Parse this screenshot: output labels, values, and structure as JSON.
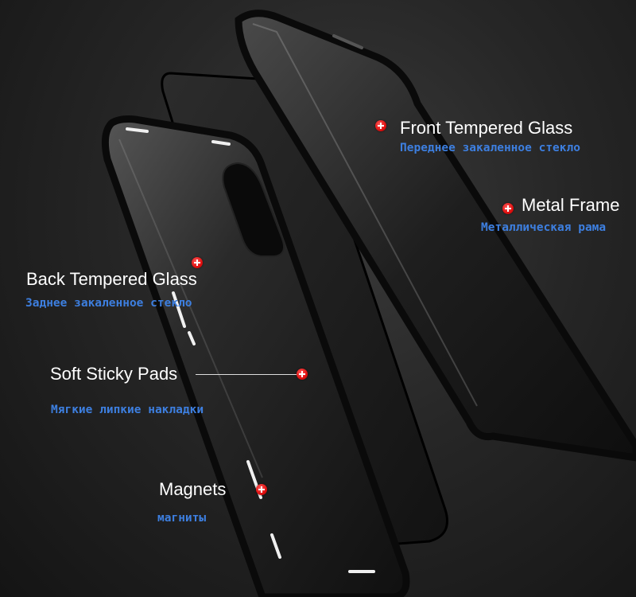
{
  "callouts": {
    "front_glass": {
      "en": "Front Tempered Glass",
      "ru": "Переднее закаленное стекло"
    },
    "metal_frame": {
      "en": "Metal Frame",
      "ru": "Металлическая рама"
    },
    "back_glass": {
      "en": "Back Tempered Glass",
      "ru": "Заднее закаленное стекло"
    },
    "sticky_pads": {
      "en": "Soft Sticky Pads",
      "ru": "Мягкие липкие накладки"
    },
    "magnets": {
      "en": "Magnets",
      "ru": "магниты"
    }
  },
  "colors": {
    "background": "#1c1c1c",
    "english_text": "#ffffff",
    "russian_text": "#3d7fe0",
    "marker": "#e01010",
    "frame": "#0a0a0a"
  }
}
